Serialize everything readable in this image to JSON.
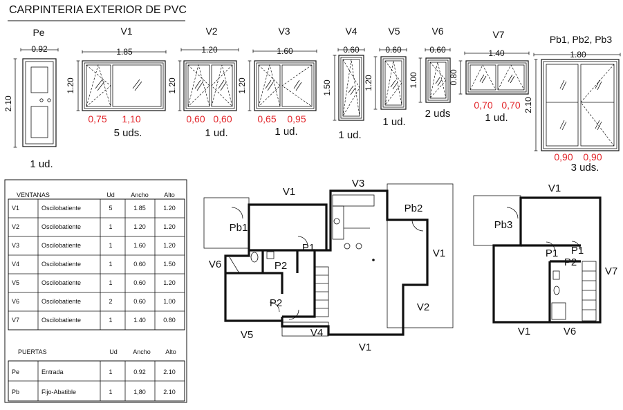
{
  "title": "CARPINTERIA EXTERIOR DE PVC",
  "elements": [
    {
      "code": "Pe",
      "width": "0.92",
      "height": "2.10",
      "qty": "1 ud.",
      "sashes": []
    },
    {
      "code": "V1",
      "width": "1.85",
      "height": "1.20",
      "qty": "5 uds.",
      "sashes": [
        "0,75",
        "1,10"
      ]
    },
    {
      "code": "V2",
      "width": "1.20",
      "height": "1.20",
      "qty": "1 ud.",
      "sashes": [
        "0,60",
        "0,60"
      ]
    },
    {
      "code": "V3",
      "width": "1.60",
      "height": "1.20",
      "qty": "1 ud.",
      "sashes": [
        "0,65",
        "0,95"
      ]
    },
    {
      "code": "V4",
      "width": "0.60",
      "height": "1.50",
      "qty": "1 ud.",
      "sashes": []
    },
    {
      "code": "V5",
      "width": "0.60",
      "height": "1.20",
      "qty": "1 ud.",
      "sashes": []
    },
    {
      "code": "V6",
      "width": "0.60",
      "height": "1.00",
      "qty": "2 uds",
      "sashes": []
    },
    {
      "code": "V7",
      "width": "1.40",
      "height": "0.80",
      "qty": "1 ud.",
      "sashes": [
        "0,70",
        "0,70"
      ]
    },
    {
      "code": "Pb1, Pb2, Pb3",
      "width": "1.80",
      "height": "2.10",
      "qty": "3 uds.",
      "sashes": [
        "0,90",
        "0,90"
      ]
    }
  ],
  "windows_table": {
    "heading": "VENTANAS",
    "col_ud": "Ud",
    "col_w": "Ancho",
    "col_h": "Alto",
    "rows": [
      {
        "code": "V1",
        "type": "Oscilobatiente",
        "ud": "5",
        "w": "1.85",
        "h": "1.20"
      },
      {
        "code": "V2",
        "type": "Oscilobatiente",
        "ud": "1",
        "w": "1.20",
        "h": "1.20"
      },
      {
        "code": "V3",
        "type": "Oscilobatiente",
        "ud": "1",
        "w": "1.60",
        "h": "1.20"
      },
      {
        "code": "V4",
        "type": "Oscilobatiente",
        "ud": "1",
        "w": "0.60",
        "h": "1.50"
      },
      {
        "code": "V5",
        "type": "Oscilobatiente",
        "ud": "1",
        "w": "0.60",
        "h": "1.20"
      },
      {
        "code": "V6",
        "type": "Oscilobatiente",
        "ud": "2",
        "w": "0.60",
        "h": "1.00"
      },
      {
        "code": "V7",
        "type": "Oscilobatiente",
        "ud": "1",
        "w": "1.40",
        "h": "0.80"
      }
    ]
  },
  "doors_table": {
    "heading": "PUERTAS",
    "col_ud": "Ud",
    "col_w": "Ancho",
    "col_h": "Alto",
    "rows": [
      {
        "code": "Pe",
        "type": "Entrada",
        "ud": "1",
        "w": "0.92",
        "h": "2.10"
      },
      {
        "code": "Pb",
        "type": "Fijo-Abatible",
        "ud": "1",
        "w": "1,80",
        "h": "2.10"
      }
    ]
  },
  "plan_ground_labels": [
    "V1",
    "V3",
    "Pb2",
    "Pb1",
    "P1",
    "V1",
    "V6",
    "P2",
    "P2",
    "V2",
    "V5",
    "V4",
    "V1"
  ],
  "plan_upper_labels": [
    "V1",
    "Pb3",
    "P1",
    "P1",
    "P2",
    "V7",
    "V1",
    "V6"
  ]
}
